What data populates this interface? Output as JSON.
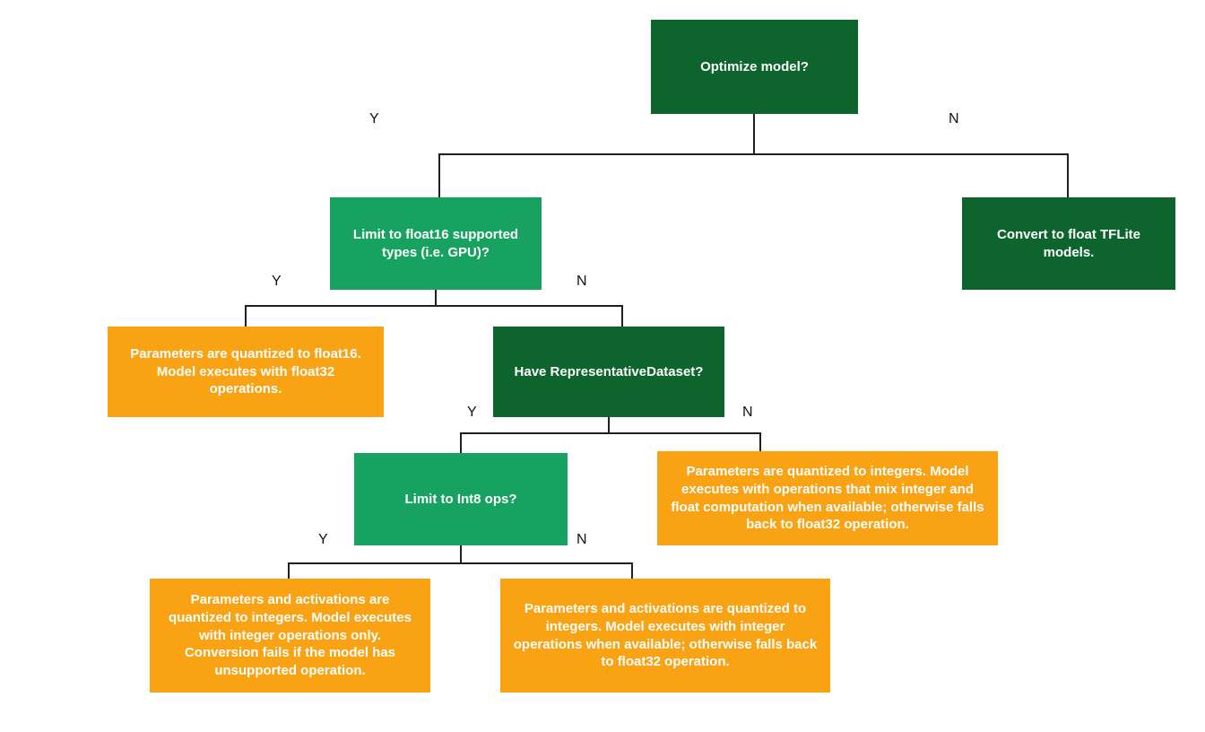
{
  "diagram": {
    "colors": {
      "dark_green": "#0d652d",
      "green": "#17a261",
      "orange": "#f9a213",
      "line": "#1f1f1f",
      "label": "#111111"
    },
    "nodes": {
      "optimize": {
        "label": "Optimize model?"
      },
      "float16": {
        "label": "Limit to float16 supported types (i.e. GPU)?"
      },
      "convert_float": {
        "label": "Convert to float TFLite models."
      },
      "float16_result": {
        "label": "Parameters are quantized to float16. Model executes with float32 operations."
      },
      "rep_dataset": {
        "label": "Have RepresentativeDataset?"
      },
      "int8": {
        "label": "Limit to Int8 ops?"
      },
      "dynamic_result": {
        "label": "Parameters are quantized to integers. Model executes with operations that mix integer and float computation when available; otherwise falls back to float32 operation."
      },
      "int8_result": {
        "label": "Parameters and activations are quantized to integers. Model executes with integer operations only. Conversion fails if the model has unsupported operation."
      },
      "int_fallback_result": {
        "label": "Parameters and activations are quantized to integers. Model executes with integer operations when available; otherwise falls back to float32 operation."
      }
    },
    "edge_labels": {
      "l1_yes": "Y",
      "l1_no": "N",
      "l2_yes": "Y",
      "l2_no": "N",
      "l3_yes": "Y",
      "l3_no": "N",
      "l4_yes": "Y",
      "l4_no": "N"
    }
  }
}
